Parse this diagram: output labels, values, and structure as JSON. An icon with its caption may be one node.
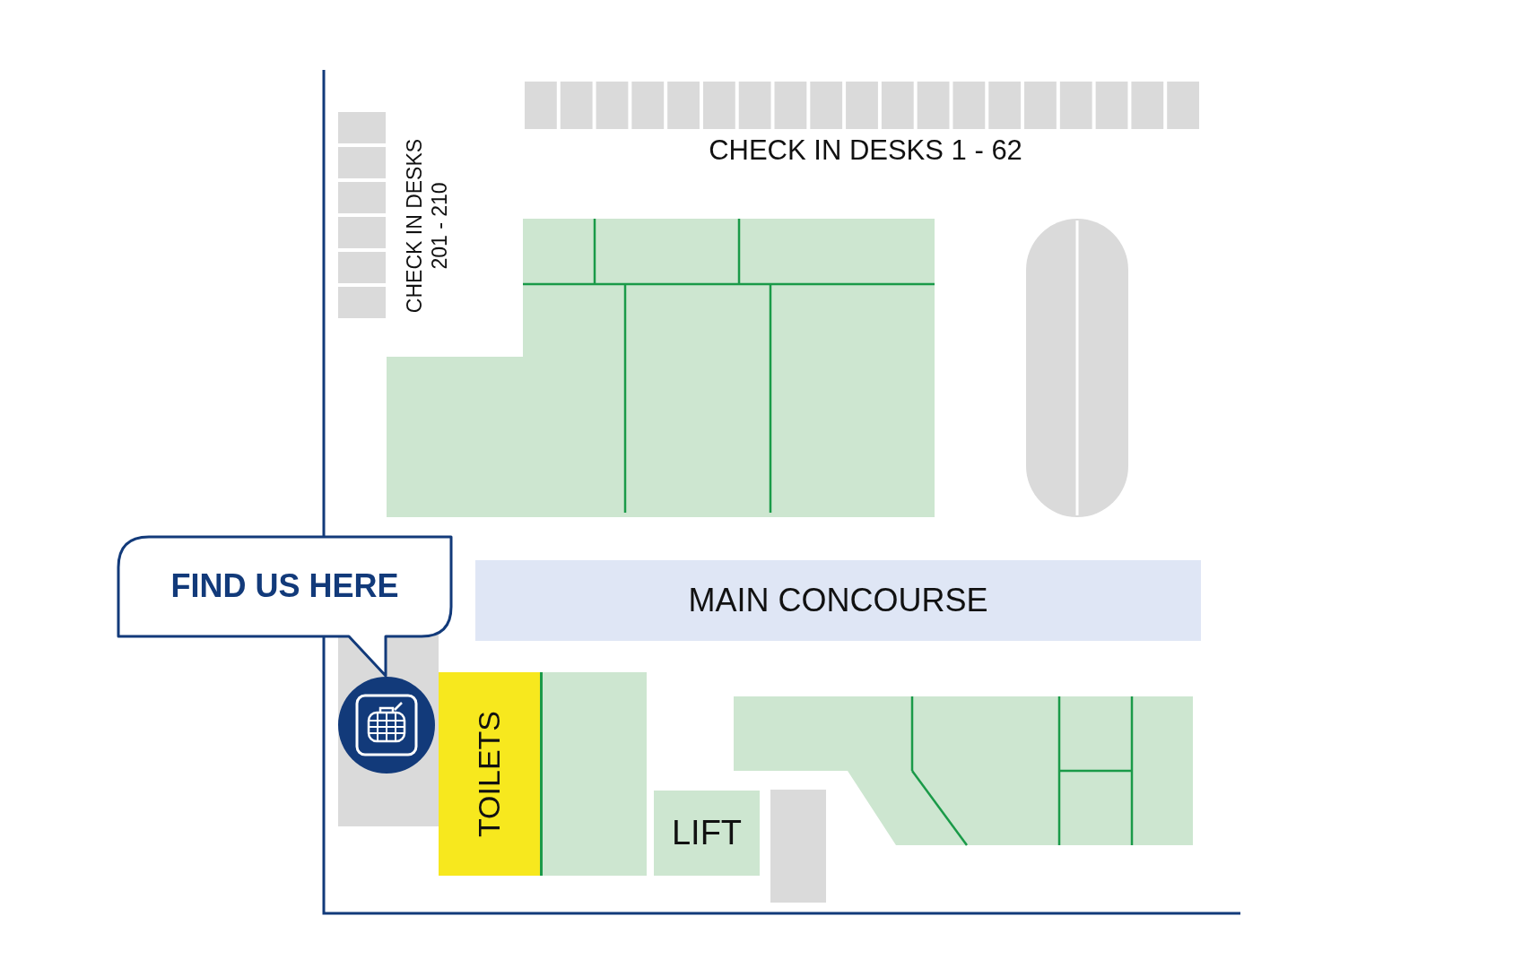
{
  "diagram": {
    "nodes": [
      {
        "text": [
          "FIND US HERE"
        ]
      },
      {
        "text": [
          "MAIN CONCOURSE"
        ]
      },
      {
        "text": [
          "TOILETS"
        ]
      },
      {
        "text": [
          "LIFT"
        ]
      },
      {
        "text": [],
        "shape": "box"
      },
      {
        "text": [],
        "shape": "box"
      }
    ],
    "labels": [
      "CHECK IN DESKS 1 - 62",
      "CHECK IN DESKS 201 - 210"
    ]
  }
}
